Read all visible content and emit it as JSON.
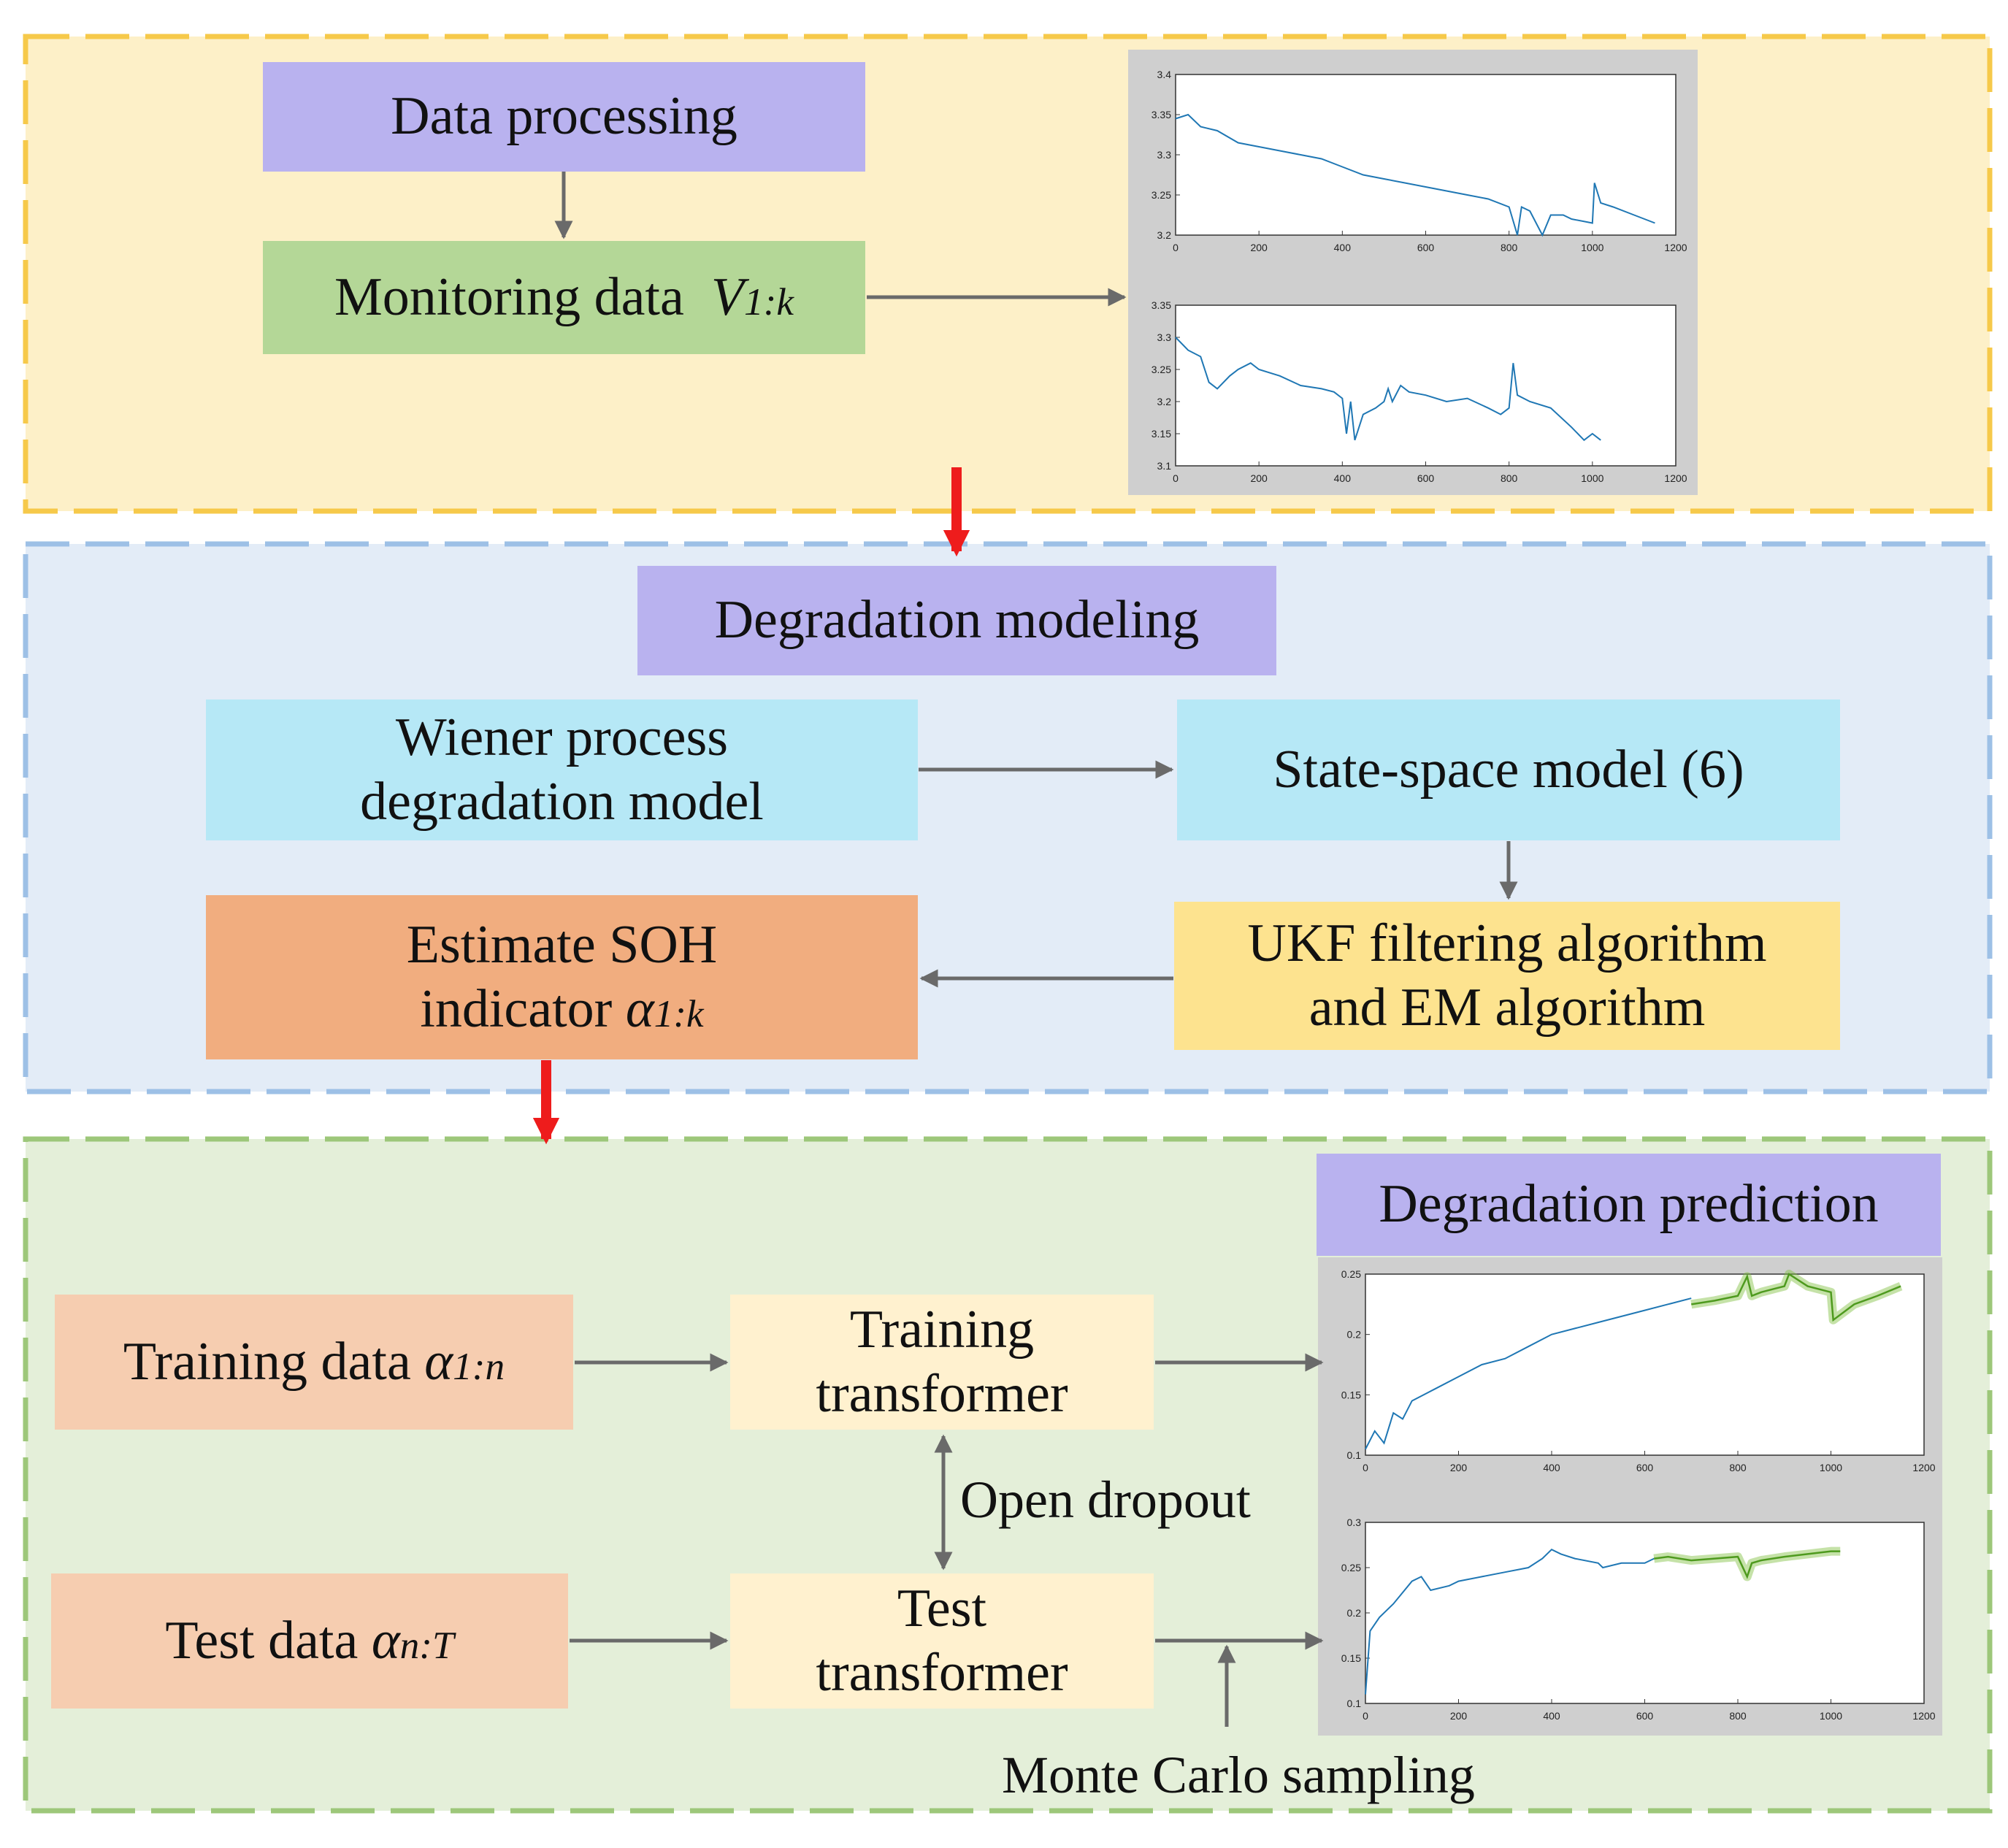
{
  "sections": {
    "processing": {
      "title": "Data processing",
      "monitoring_text": "Monitoring data",
      "monitoring_var": "V",
      "monitoring_sub": "1:k"
    },
    "modeling": {
      "title": "Degradation modeling",
      "wiener_line1": "Wiener process",
      "wiener_line2": "degradation model",
      "state_space": "State-space model (6)",
      "ukf_line1": "UKF filtering algorithm",
      "ukf_line2": "and EM algorithm",
      "soh_line1": "Estimate SOH",
      "soh_line2_text": "indicator",
      "soh_var": "α",
      "soh_sub": "1:k"
    },
    "prediction": {
      "title": "Degradation prediction",
      "training_data_text": "Training data",
      "training_var": "α",
      "training_sub": "1:n",
      "test_data_text": "Test data",
      "test_var": "α",
      "test_sub": "n:T",
      "training_tf_line1": "Training",
      "training_tf_line2": "transformer",
      "test_tf_line1": "Test",
      "test_tf_line2": "transformer",
      "dropout_label": "Open dropout",
      "monte_carlo_label": "Monte Carlo sampling"
    }
  },
  "colors": {
    "panel1_bg": "#fdf0c8",
    "panel1_border": "#f6c94a",
    "panel2_bg": "#e3ecf7",
    "panel2_border": "#9dc0e6",
    "panel3_bg": "#e4efd9",
    "panel3_border": "#9dc77a",
    "title_purple": "#b9b2ef",
    "monitor_green": "#b4d797",
    "cyan": "#b6e8f6",
    "yellow": "#fde38f",
    "orange_dark": "#f1ad7f",
    "orange_light": "#f6cdb0",
    "cream": "#fff1cf",
    "arrow_gray": "#6a6a6a",
    "arrow_red": "#ee1c1c",
    "line_blue": "#1f77b4",
    "band_green": "#7fbf3f"
  },
  "chart_data": [
    {
      "type": "line",
      "series_color": "#1f77b4",
      "xlim": [
        0,
        1200
      ],
      "ylim": [
        3.2,
        3.4
      ],
      "xticks": [
        "0",
        "200",
        "400",
        "600",
        "800",
        "1000",
        "1200"
      ],
      "yticks": [
        "3.2",
        "3.25",
        "3.3",
        "3.35",
        "3.4"
      ],
      "x": [
        0,
        30,
        60,
        100,
        150,
        200,
        250,
        300,
        350,
        400,
        450,
        500,
        550,
        600,
        650,
        700,
        750,
        800,
        820,
        830,
        850,
        880,
        900,
        930,
        950,
        1000,
        1005,
        1020,
        1050,
        1100,
        1150
      ],
      "y": [
        3.345,
        3.35,
        3.335,
        3.33,
        3.315,
        3.31,
        3.305,
        3.3,
        3.295,
        3.285,
        3.275,
        3.27,
        3.265,
        3.26,
        3.255,
        3.25,
        3.245,
        3.235,
        3.2,
        3.235,
        3.23,
        3.2,
        3.225,
        3.225,
        3.22,
        3.215,
        3.265,
        3.24,
        3.235,
        3.225,
        3.215
      ]
    },
    {
      "type": "line",
      "series_color": "#1f77b4",
      "xlim": [
        0,
        1200
      ],
      "ylim": [
        3.1,
        3.35
      ],
      "xticks": [
        "0",
        "200",
        "400",
        "600",
        "800",
        "1000",
        "1200"
      ],
      "yticks": [
        "3.1",
        "3.15",
        "3.2",
        "3.25",
        "3.3",
        "3.35"
      ],
      "x": [
        0,
        30,
        60,
        80,
        100,
        130,
        150,
        180,
        200,
        250,
        300,
        350,
        380,
        400,
        410,
        420,
        430,
        450,
        480,
        500,
        510,
        520,
        540,
        560,
        600,
        650,
        700,
        750,
        780,
        800,
        810,
        820,
        850,
        900,
        950,
        980,
        1000,
        1020
      ],
      "y": [
        3.3,
        3.28,
        3.27,
        3.23,
        3.22,
        3.24,
        3.25,
        3.26,
        3.25,
        3.24,
        3.225,
        3.22,
        3.215,
        3.205,
        3.15,
        3.2,
        3.14,
        3.18,
        3.19,
        3.2,
        3.22,
        3.2,
        3.225,
        3.215,
        3.21,
        3.2,
        3.205,
        3.19,
        3.18,
        3.19,
        3.26,
        3.21,
        3.2,
        3.19,
        3.16,
        3.14,
        3.15,
        3.14
      ]
    },
    {
      "type": "line",
      "series_color": "#1f77b4",
      "prediction_color": "#7fbf3f",
      "xlim": [
        0,
        1200
      ],
      "ylim": [
        0.1,
        0.25
      ],
      "xticks": [
        "0",
        "200",
        "400",
        "600",
        "800",
        "1000",
        "1200"
      ],
      "yticks": [
        "0.1",
        "0.15",
        "0.2",
        "0.25"
      ],
      "x": [
        0,
        20,
        40,
        60,
        80,
        100,
        150,
        200,
        250,
        300,
        350,
        400,
        450,
        500,
        550,
        600,
        650,
        700
      ],
      "y": [
        0.105,
        0.12,
        0.11,
        0.135,
        0.13,
        0.145,
        0.155,
        0.165,
        0.175,
        0.18,
        0.19,
        0.2,
        0.205,
        0.21,
        0.215,
        0.22,
        0.225,
        0.23
      ],
      "pred_x": [
        700,
        750,
        800,
        820,
        830,
        850,
        880,
        900,
        910,
        950,
        1000,
        1005,
        1050,
        1100,
        1150
      ],
      "pred_y": [
        0.225,
        0.228,
        0.232,
        0.248,
        0.232,
        0.235,
        0.238,
        0.24,
        0.25,
        0.24,
        0.235,
        0.212,
        0.225,
        0.232,
        0.24
      ]
    },
    {
      "type": "line",
      "series_color": "#1f77b4",
      "prediction_color": "#7fbf3f",
      "xlim": [
        0,
        1200
      ],
      "ylim": [
        0.1,
        0.3
      ],
      "xticks": [
        "0",
        "200",
        "400",
        "600",
        "800",
        "1000",
        "1200"
      ],
      "yticks": [
        "0.1",
        "0.15",
        "0.2",
        "0.25",
        "0.3"
      ],
      "x": [
        0,
        10,
        30,
        60,
        100,
        120,
        140,
        180,
        200,
        250,
        300,
        350,
        380,
        400,
        420,
        450,
        500,
        510,
        550,
        600,
        620
      ],
      "y": [
        0.11,
        0.18,
        0.195,
        0.21,
        0.235,
        0.24,
        0.225,
        0.23,
        0.235,
        0.24,
        0.245,
        0.25,
        0.26,
        0.27,
        0.265,
        0.26,
        0.255,
        0.25,
        0.255,
        0.255,
        0.26
      ],
      "pred_x": [
        620,
        650,
        700,
        750,
        800,
        820,
        830,
        850,
        900,
        950,
        1000,
        1020
      ],
      "pred_y": [
        0.26,
        0.262,
        0.258,
        0.26,
        0.262,
        0.24,
        0.255,
        0.258,
        0.262,
        0.265,
        0.268,
        0.268
      ]
    }
  ]
}
